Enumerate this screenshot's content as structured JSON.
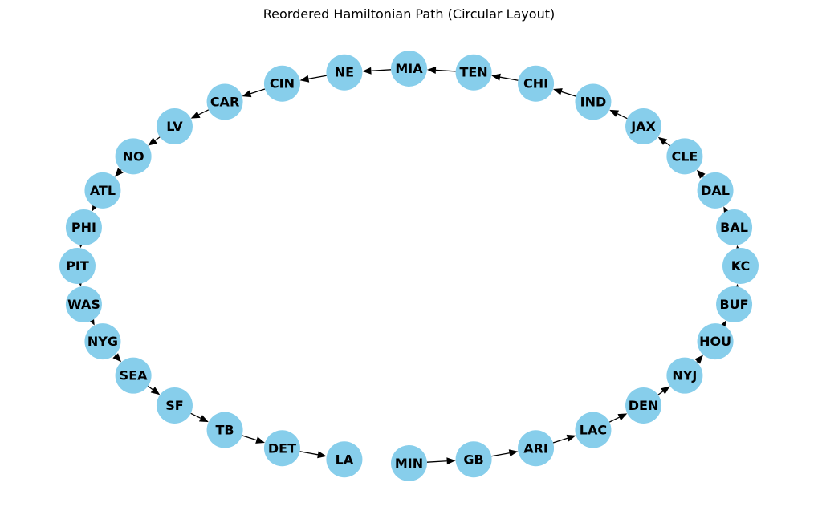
{
  "title": "Reordered Hamiltonian Path (Circular Layout)",
  "colors": {
    "node_fill": "#87ceeb",
    "edge": "#000000",
    "label": "#000000"
  },
  "nodes": [
    "KC",
    "BAL",
    "DAL",
    "CLE",
    "JAX",
    "IND",
    "CHI",
    "TEN",
    "MIA",
    "NE",
    "CIN",
    "CAR",
    "LV",
    "NO",
    "ATL",
    "PHI",
    "PIT",
    "WAS",
    "NYG",
    "SEA",
    "SF",
    "TB",
    "DET",
    "LA",
    "MIN",
    "GB",
    "ARI",
    "LAC",
    "DEN",
    "NYJ",
    "HOU",
    "BUF"
  ],
  "path": [
    "MIN",
    "GB",
    "ARI",
    "LAC",
    "DEN",
    "NYJ",
    "HOU",
    "BUF",
    "KC",
    "BAL",
    "DAL",
    "CLE",
    "JAX",
    "IND",
    "CHI",
    "TEN",
    "MIA",
    "NE",
    "CIN",
    "CAR",
    "LV",
    "NO",
    "ATL",
    "PHI",
    "PIT",
    "WAS",
    "NYG",
    "SEA",
    "SF",
    "TB",
    "DET",
    "LA"
  ]
}
